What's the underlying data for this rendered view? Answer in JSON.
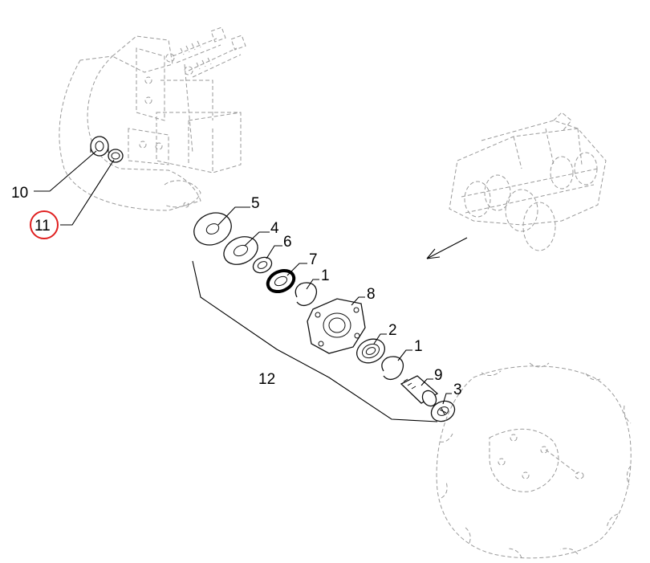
{
  "callouts": {
    "c1a": "1",
    "c1b": "1",
    "c2": "2",
    "c3": "3",
    "c4": "4",
    "c5": "5",
    "c6": "6",
    "c7": "7",
    "c8": "8",
    "c9": "9",
    "c10": "10",
    "c11": "11",
    "c12": "12"
  },
  "highlight": {
    "part": "11",
    "color": "#e02020"
  }
}
